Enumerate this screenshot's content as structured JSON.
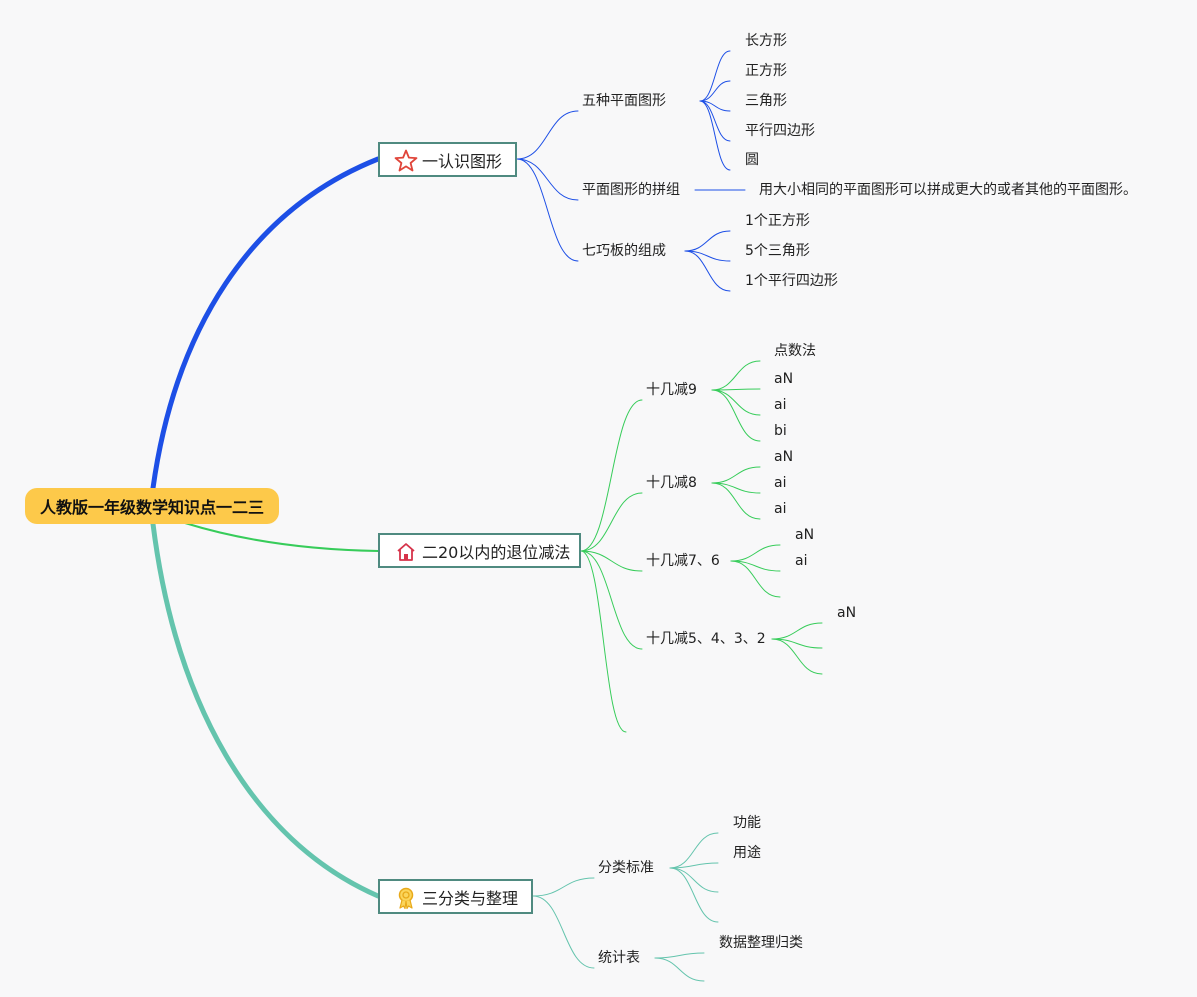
{
  "root": {
    "label": "人教版一年级数学知识点一二三"
  },
  "branches": [
    {
      "label": "一认识图形",
      "icon": "star-icon",
      "color": "#1d4fe6",
      "children": [
        {
          "label": "五种平面图形",
          "children": [
            "长方形",
            "正方形",
            "三角形",
            "平行四边形",
            "圆"
          ]
        },
        {
          "label": "平面图形的拼组",
          "children": [
            "用大小相同的平面图形可以拼成更大的或者其他的平面图形。"
          ]
        },
        {
          "label": "七巧板的组成",
          "children": [
            "1个正方形",
            "5个三角形",
            "1个平行四边形"
          ]
        }
      ]
    },
    {
      "label": "二20以内的退位减法",
      "icon": "house-icon",
      "color": "#37cc5a",
      "children": [
        {
          "label": "十几减9",
          "children": [
            "点数法",
            "aN",
            "ai",
            "bi"
          ]
        },
        {
          "label": "十几减8",
          "children": [
            "aN",
            "ai",
            "ai"
          ]
        },
        {
          "label": "十几减7、6",
          "children": [
            "aN",
            "ai",
            ""
          ]
        },
        {
          "label": "十几减5、4、3、2",
          "children": [
            "aN",
            "",
            ""
          ]
        },
        {
          "label": "",
          "children": []
        }
      ]
    },
    {
      "label": "三分类与整理",
      "icon": "award-icon",
      "color": "#64c4ad",
      "children": [
        {
          "label": "分类标准",
          "children": [
            "功能",
            "用途",
            "",
            ""
          ]
        },
        {
          "label": "统计表",
          "children": [
            "数据整理归类",
            ""
          ]
        }
      ]
    }
  ]
}
